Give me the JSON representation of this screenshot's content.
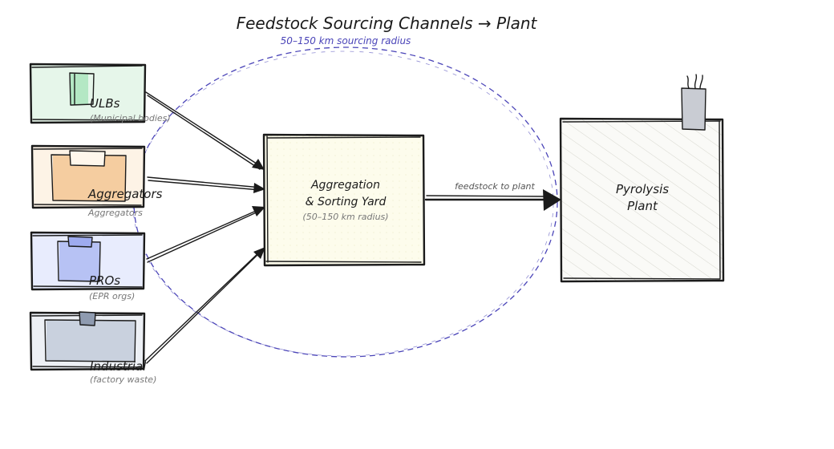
{
  "diagram": {
    "title": "Feedstock Sourcing Channels → Plant",
    "radius_label": "50–150 km sourcing radius",
    "sources": [
      {
        "id": "ulbs",
        "name": "ULBs",
        "sub": "(Municipal bodies)",
        "fill": "#e6f6ea",
        "accent": "#b4e8c4"
      },
      {
        "id": "aggregators",
        "name": "Aggregators",
        "sub": "Aggregators",
        "fill": "#fdf3e6",
        "accent": "#f5cda0"
      },
      {
        "id": "pros",
        "name": "PROs",
        "sub": "(EPR orgs)",
        "fill": "#e8ecfd",
        "accent": "#b7c2f4"
      },
      {
        "id": "industrial",
        "name": "Industrial",
        "sub": "(factory waste)",
        "fill": "#edf0f5",
        "accent": "#c9d1de"
      }
    ],
    "yard": {
      "line1": "Aggregation",
      "line2": "& Sorting Yard",
      "sub": "(50–150 km radius)",
      "fill": "#fdfcec"
    },
    "flow_label": "feedstock to plant",
    "plant": {
      "line1": "Pyrolysis",
      "line2": "Plant",
      "fill": "#fafaf7"
    },
    "colors": {
      "ink": "#1b1b1b",
      "radius": "#4a44b8"
    }
  }
}
